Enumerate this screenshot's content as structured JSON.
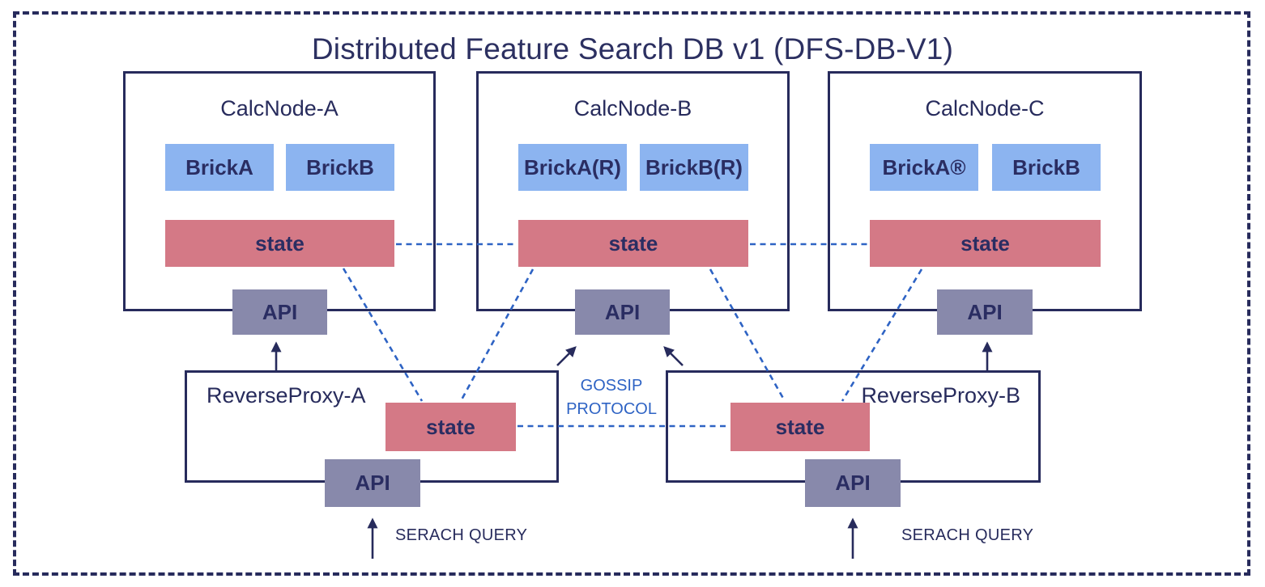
{
  "diagram": {
    "title": "Distributed Feature Search DB v1 (DFS-DB-V1)",
    "calc_nodes": [
      {
        "name": "CalcNode-A",
        "bricks": [
          "BrickA",
          "BrickB"
        ],
        "state": "state",
        "api": "API"
      },
      {
        "name": "CalcNode-B",
        "bricks": [
          "BrickA(R)",
          "BrickB(R)"
        ],
        "state": "state",
        "api": "API"
      },
      {
        "name": "CalcNode-C",
        "bricks": [
          "BrickA®",
          "BrickB"
        ],
        "state": "state",
        "api": "API"
      }
    ],
    "reverse_proxies": [
      {
        "name": "ReverseProxy-A",
        "state": "state",
        "api": "API"
      },
      {
        "name": "ReverseProxy-B",
        "state": "state",
        "api": "API"
      }
    ],
    "gossip_label": {
      "line1": "GOSSIP",
      "line2": "PROTOCOL"
    },
    "search_query_left": "SERACH QUERY",
    "search_query_right": "SERACH QUERY",
    "colors": {
      "navy": "#272b5c",
      "brick_blue": "#8cb4f0",
      "state_pink": "#d47986",
      "api_gray": "#8889ab",
      "link_blue": "#2e63c4"
    }
  }
}
